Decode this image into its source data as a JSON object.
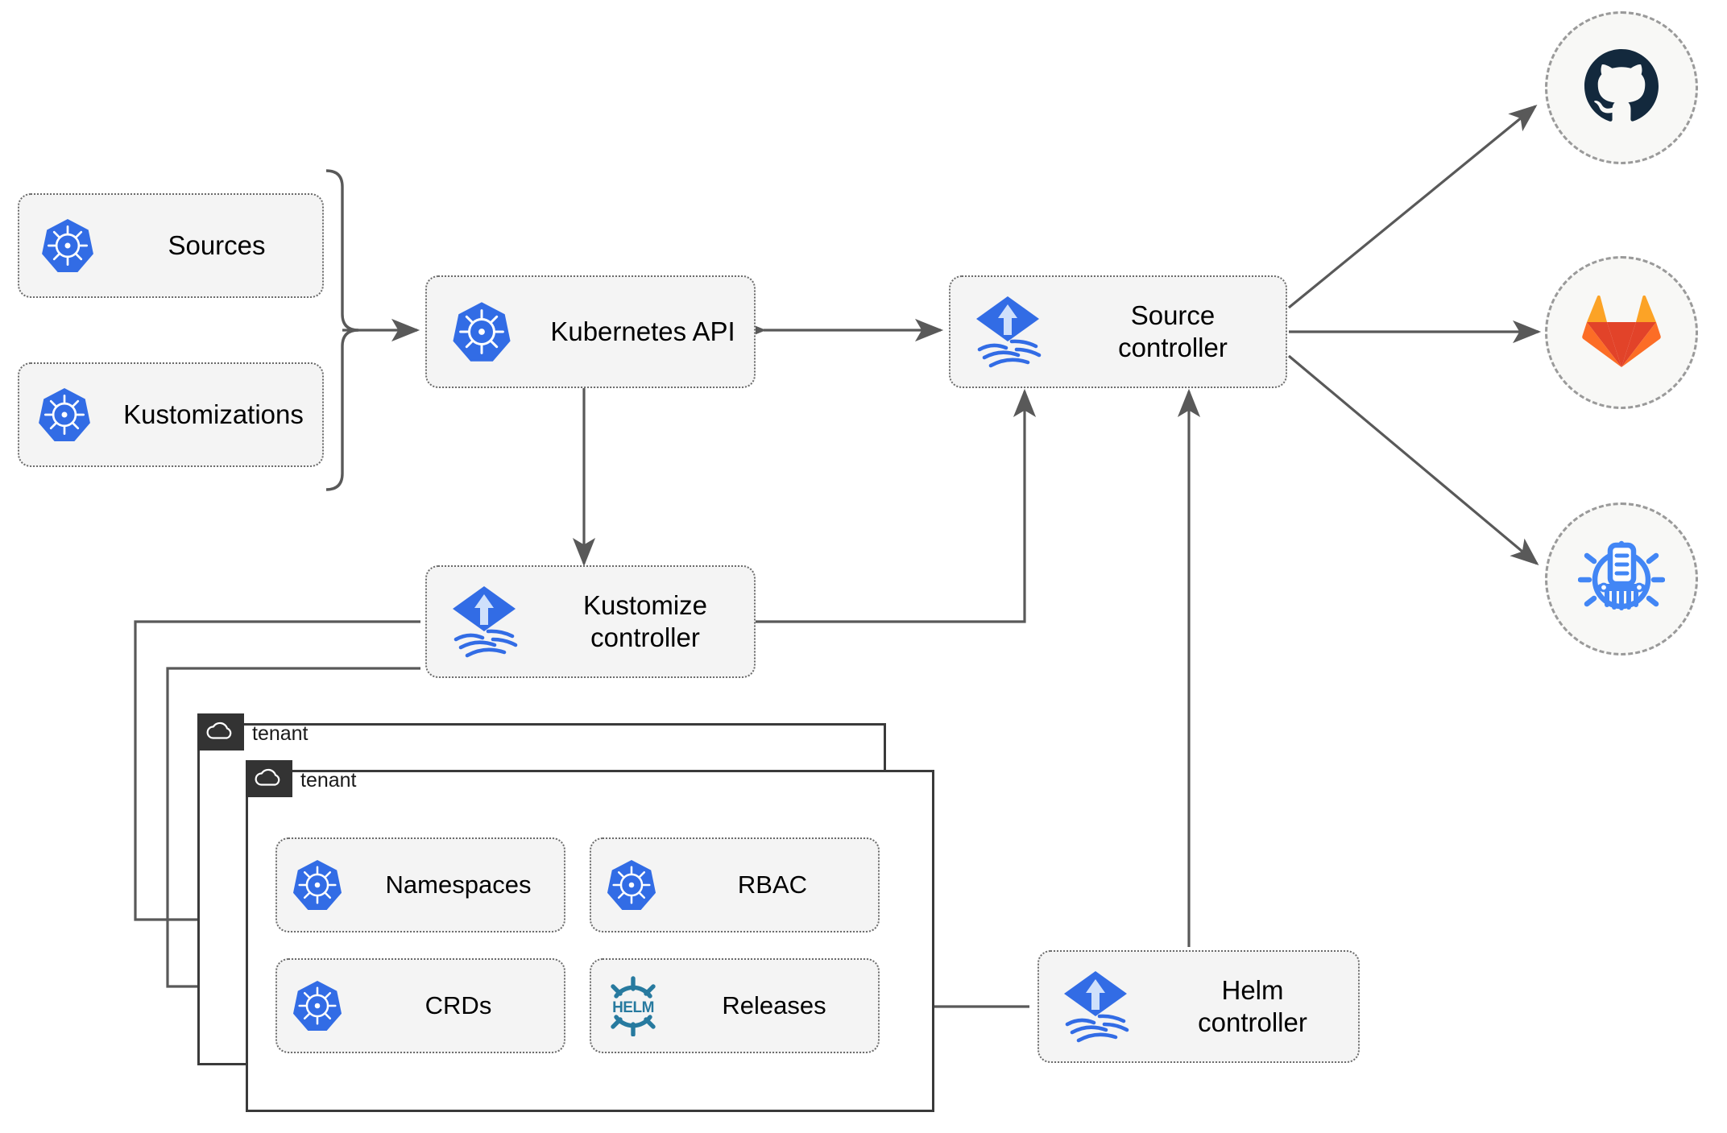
{
  "diagram": {
    "title": "Flux GitOps toolkit architecture",
    "colors": {
      "kubernetes_blue": "#326CE5",
      "flux_blue": "#326CE5",
      "helm_teal": "#277A9F",
      "github_navy": "#13293D",
      "gitlab_orange": "#E24329",
      "gitlab_amber": "#FCA326",
      "harbor_blue": "#4286F5",
      "edge_gray": "#595959",
      "node_fill": "#f4f4f4",
      "tenant_header": "#333333"
    }
  },
  "nodes": {
    "sources": {
      "label": "Sources",
      "icon": "kubernetes-icon"
    },
    "kustomizations": {
      "label": "Kustomizations",
      "icon": "kubernetes-icon"
    },
    "kubernetes_api": {
      "label": "Kubernetes API",
      "icon": "kubernetes-icon"
    },
    "source_controller": {
      "label": "Source\ncontroller",
      "icon": "flux-icon"
    },
    "kustomize_controller": {
      "label": "Kustomize\ncontroller",
      "icon": "flux-icon"
    },
    "helm_controller": {
      "label": "Helm\ncontroller",
      "icon": "flux-icon"
    },
    "namespaces": {
      "label": "Namespaces",
      "icon": "kubernetes-icon"
    },
    "rbac": {
      "label": "RBAC",
      "icon": "kubernetes-icon"
    },
    "crds": {
      "label": "CRDs",
      "icon": "kubernetes-icon"
    },
    "releases": {
      "label": "Releases",
      "icon": "helm-icon"
    }
  },
  "providers": [
    {
      "name": "github",
      "icon": "github-icon"
    },
    {
      "name": "gitlab",
      "icon": "gitlab-icon"
    },
    {
      "name": "harbor",
      "icon": "harbor-icon"
    }
  ],
  "tenants": [
    {
      "label": "tenant",
      "icon": "cloud-icon"
    },
    {
      "label": "tenant",
      "icon": "cloud-icon"
    }
  ]
}
